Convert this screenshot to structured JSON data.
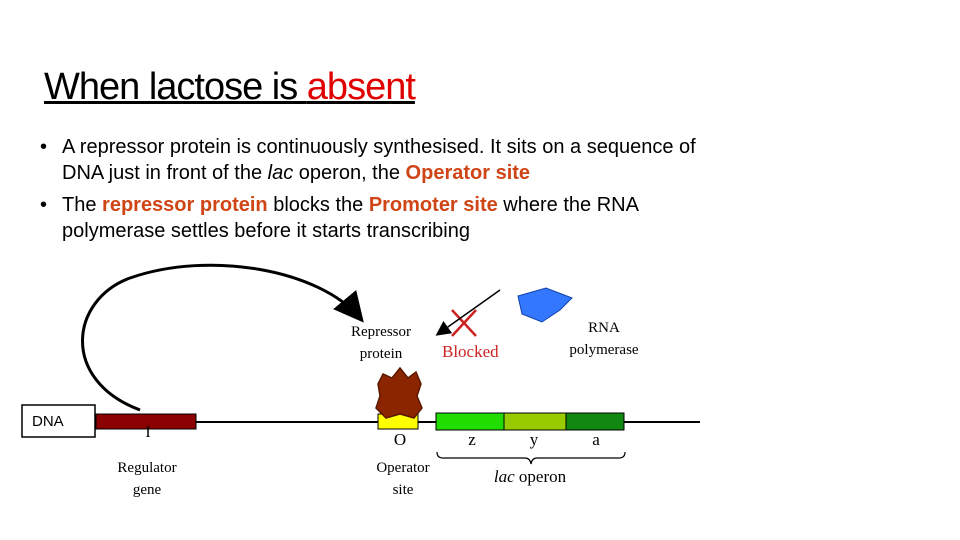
{
  "title": {
    "prefix": "When lactose is ",
    "highlight": "absent"
  },
  "bullet1": {
    "t1": "A repressor protein is continuously synthesised. It sits on a sequence of DNA just in front of the ",
    "lac": "lac",
    "t2": " operon, the ",
    "hl": "Operator site"
  },
  "bullet2": {
    "t1": "The ",
    "hl1": "repressor protein",
    "t2": " blocks the ",
    "hl2": "Promoter site",
    "t3": " where the RNA polymerase settles before it starts transcribing"
  },
  "diagram": {
    "dna_label": "DNA",
    "repressor_label_1": "Repressor",
    "repressor_label_2": "protein",
    "blocked_label": "Blocked",
    "rna_label_1": "RNA",
    "rna_label_2": "polymerase",
    "gene_i": "I",
    "gene_o": "O",
    "gene_z": "z",
    "gene_y": "y",
    "gene_a": "a",
    "regulator_1": "Regulator",
    "regulator_2": "gene",
    "operator_1": "Operator",
    "operator_2": "site",
    "lac_italic": "lac",
    "operon_word": " operon",
    "colors": {
      "regulator": "#8b0000",
      "operator": "#ffff00",
      "z": "#22dd00",
      "y": "#99cc00",
      "a": "#118811",
      "repressor": "#8b2500",
      "rna_polymerase": "#3377ff",
      "blocked": "#cc2222"
    }
  }
}
